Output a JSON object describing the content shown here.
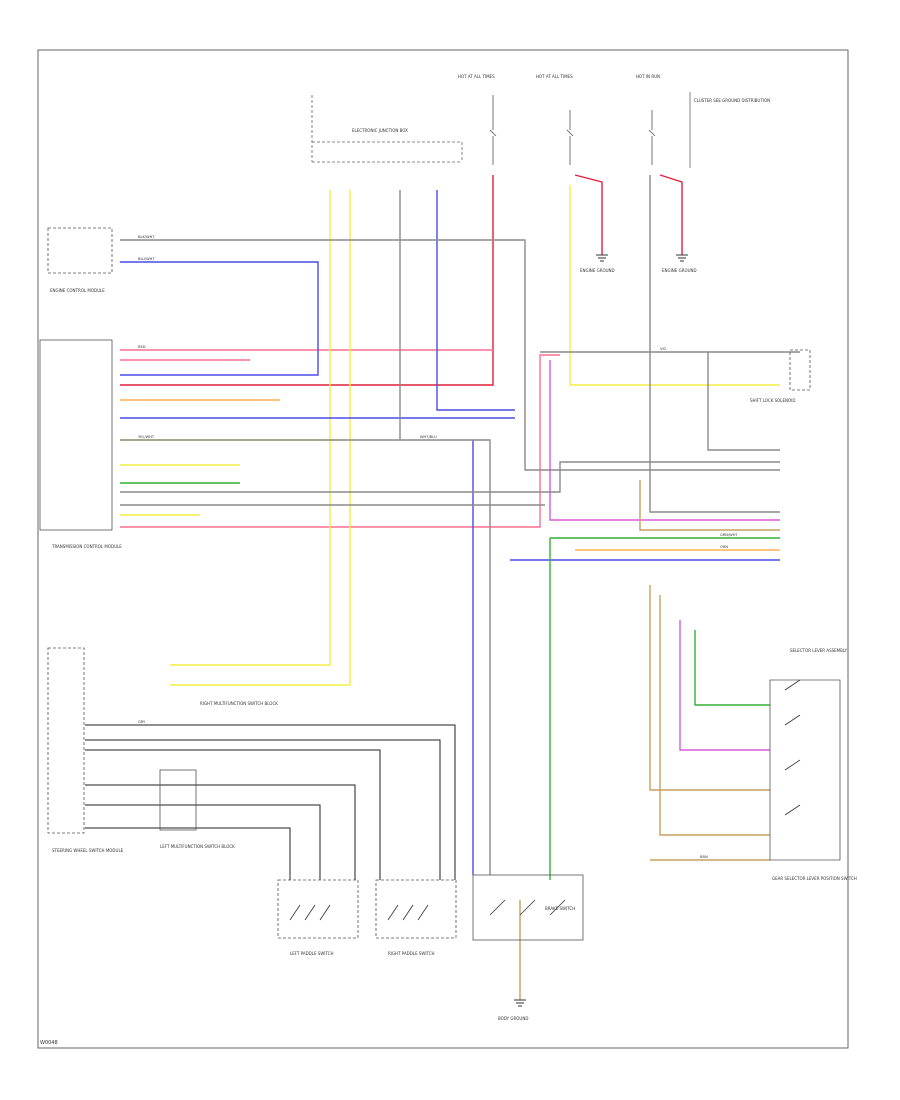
{
  "diagram": {
    "border_color": "#666666",
    "footer_code": "W0048"
  },
  "colors": {
    "pink": "#ff6f8f",
    "red": "#e0203a",
    "yellow": "#f2ee46",
    "blue": "#4a4ae8",
    "gray": "#8a8a8a",
    "green": "#33b033",
    "orange": "#ffb055",
    "violet": "#d85ad8",
    "tan": "#c8a060",
    "black": "#222222"
  },
  "top_labels": {
    "fuse_a": "HOT AT ALL TIMES",
    "fuse_b": "HOT AT ALL TIMES",
    "fuse_c": "HOT IN RUN",
    "note": "CLUSTER SEE GROUND DISTRIBUTION",
    "junction": "ELECTRONIC JUNCTION BOX"
  },
  "components": {
    "ecm": "ENGINE CONTROL MODULE",
    "tcm": "TRANSMISSION CONTROL MODULE",
    "ssm": "STEERING WHEEL SWITCH MODULE",
    "left_block": "LEFT MULTIFUNCTION SWITCH BLOCK",
    "right_block": "RIGHT MULTIFUNCTION SWITCH BLOCK",
    "left_paddle": "LEFT PADDLE SWITCH",
    "right_paddle": "RIGHT PADDLE SWITCH",
    "shift_lock": "SHIFT LOCK SOLENOID",
    "brake_switch": "BRAKE SWITCH",
    "gear_selector": "GEAR SELECTOR LEVER POSITION SWITCH",
    "selector_assembly": "SELECTOR LEVER ASSEMBLY",
    "ground_a": "ENGINE GROUND",
    "ground_b": "ENGINE GROUND",
    "ground_c": "BODY GROUND"
  },
  "wire_labels": {
    "w1": "BLK/WHT",
    "w2": "BLU/WHT",
    "w3": "RED",
    "w4": "YEL/WHT",
    "w5": "VIO",
    "w6": "GRN/WHT",
    "w7": "GRY",
    "w8": "BRN",
    "w9": "ORN",
    "w10": "WHT/BLU"
  }
}
